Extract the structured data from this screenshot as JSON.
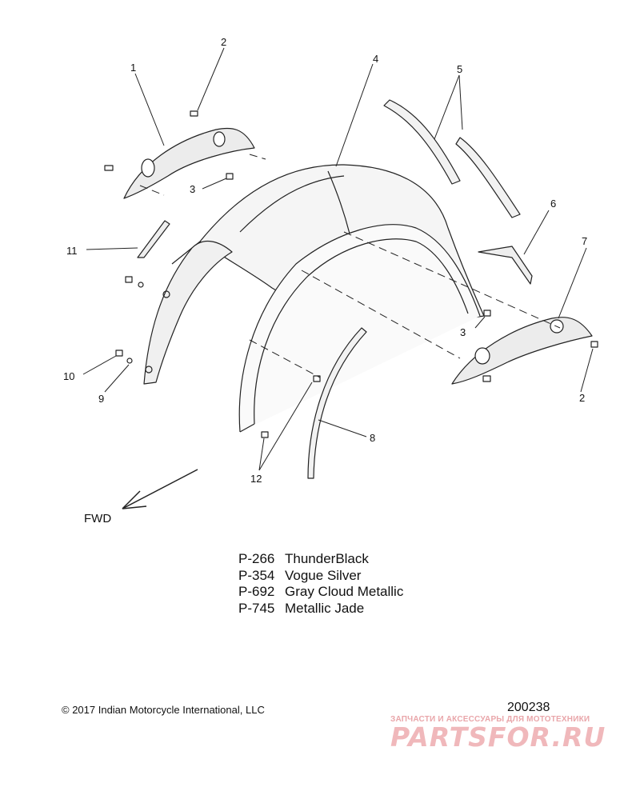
{
  "diagram": {
    "callouts": [
      "1",
      "2",
      "3",
      "4",
      "5",
      "6",
      "7",
      "8",
      "9",
      "10",
      "11",
      "12"
    ],
    "direction_label": "FWD"
  },
  "legend": [
    {
      "code": "P-266",
      "color_name": "ThunderBlack"
    },
    {
      "code": "P-354",
      "color_name": "Vogue Silver"
    },
    {
      "code": "P-692",
      "color_name": "Gray Cloud Metallic"
    },
    {
      "code": "P-745",
      "color_name": "Metallic Jade"
    }
  ],
  "footer": {
    "copyright": "© 2017 Indian Motorcycle International, LLC",
    "drawing_number": "200238"
  },
  "watermark": {
    "tagline": "ЗАПЧАСТИ И АКСЕССУАРЫ ДЛЯ МОТОТЕХНИКИ",
    "logo_text": "PARTSFOR.RU"
  },
  "colors": {
    "line": "#222222",
    "part_fill": "#f3f3f3",
    "watermark": "#f0b8bb"
  }
}
